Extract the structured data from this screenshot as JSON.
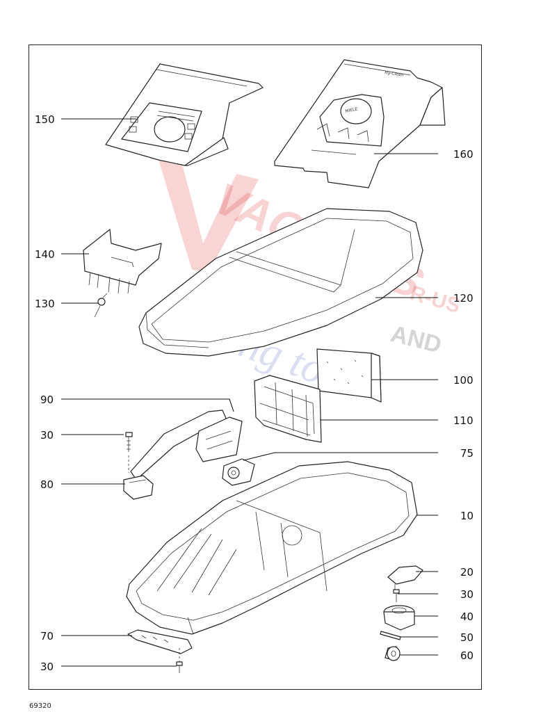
{
  "figure_number": "69320",
  "watermark": {
    "line1": "VACUUMS",
    "line2": "Sewing too",
    "line3": "R-US",
    "line4": "AND"
  },
  "part_markings": {
    "bag_brand": "Hy-Clean",
    "bag_panel_brand": "MIELE"
  },
  "colors": {
    "watermark_red": "#e03a3a",
    "watermark_blue": "#3a4fb0",
    "line": "#111111"
  },
  "labels": [
    {
      "id": "150",
      "text": "150"
    },
    {
      "id": "160",
      "text": "160"
    },
    {
      "id": "140",
      "text": "140"
    },
    {
      "id": "130",
      "text": "130"
    },
    {
      "id": "120",
      "text": "120"
    },
    {
      "id": "100",
      "text": "100"
    },
    {
      "id": "90",
      "text": "90"
    },
    {
      "id": "110",
      "text": "110"
    },
    {
      "id": "30a",
      "text": "30"
    },
    {
      "id": "75",
      "text": "75"
    },
    {
      "id": "80",
      "text": "80"
    },
    {
      "id": "10",
      "text": "10"
    },
    {
      "id": "20",
      "text": "20"
    },
    {
      "id": "30b",
      "text": "30"
    },
    {
      "id": "40",
      "text": "40"
    },
    {
      "id": "70",
      "text": "70"
    },
    {
      "id": "50",
      "text": "50"
    },
    {
      "id": "60",
      "text": "60"
    },
    {
      "id": "30c",
      "text": "30"
    }
  ]
}
